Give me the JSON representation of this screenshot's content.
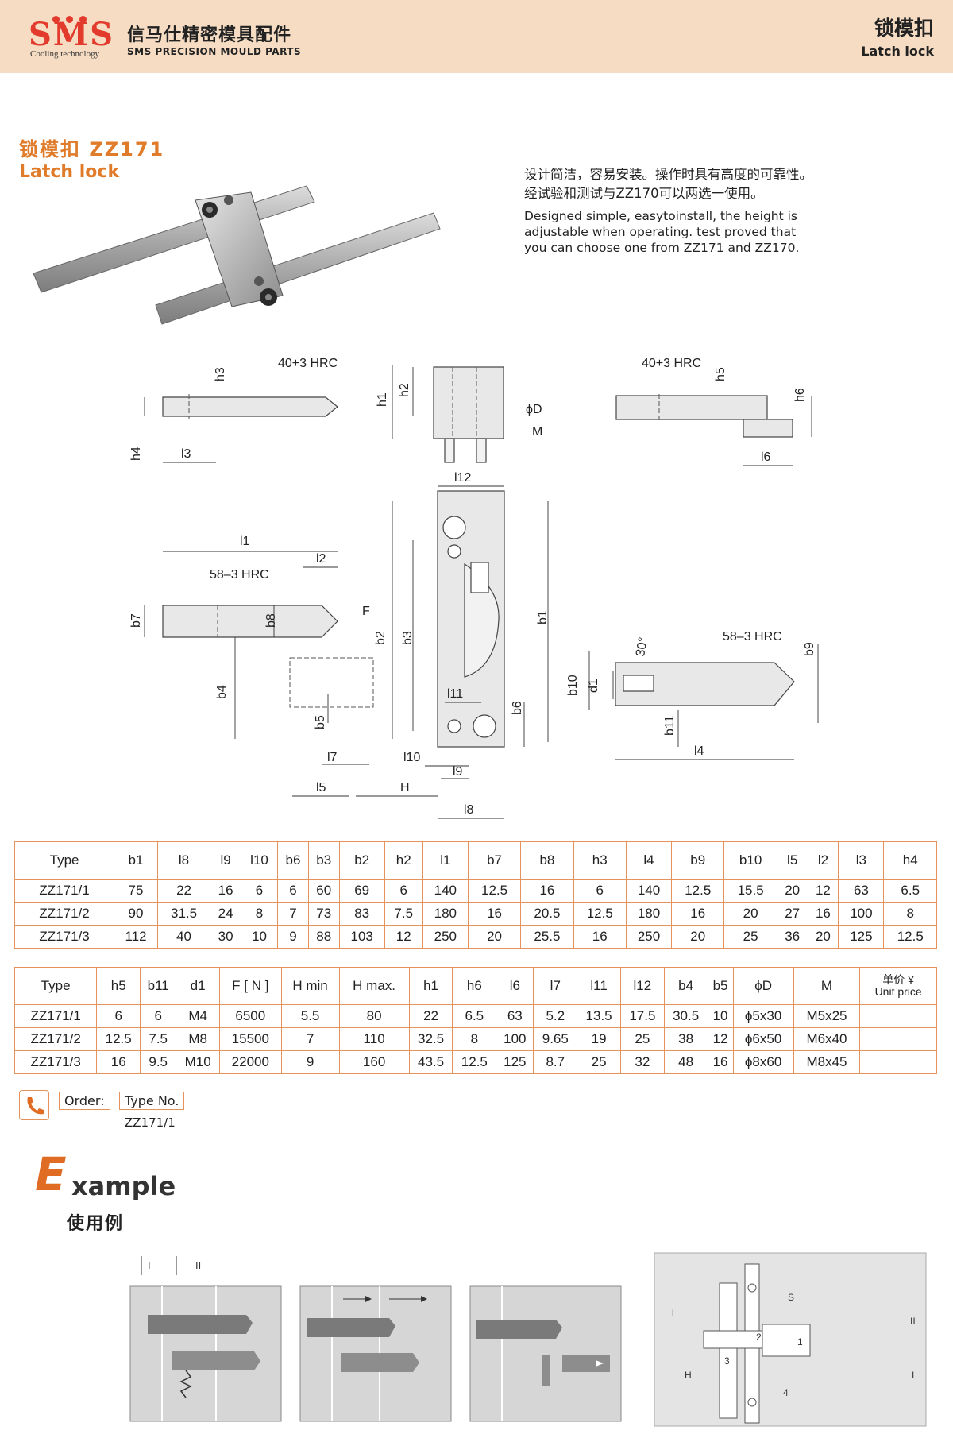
{
  "header": {
    "logo_text": "SMS",
    "logo_sub": "Cooling technology",
    "company_cn": "信马仕精密模具配件",
    "company_en": "SMS PRECISION MOULD PARTS",
    "right_cn": "锁模扣",
    "right_en": "Latch lock"
  },
  "product": {
    "title_cn": "锁模扣  ZZ171",
    "title_en": "Latch lock",
    "desc_cn_1": "设计简洁，容易安装。操作时具有高度的可靠性。",
    "desc_cn_2": "经试验和测试与ZZ170可以两选一使用。",
    "desc_en_1": "Designed simple, easytoinstall, the height is",
    "desc_en_2": "adjustable when operating. test proved that",
    "desc_en_3": "you can choose one from ZZ171 and ZZ170."
  },
  "drawing_labels": {
    "h3": "h3",
    "hrc1": "40+3 HRC",
    "h4": "h4",
    "l3": "l3",
    "h1": "h1",
    "h2": "h2",
    "phiD": "ϕD",
    "M": "M",
    "hrc2": "40+3 HRC",
    "h5": "h5",
    "h6": "h6",
    "l6": "l6",
    "l12": "l12",
    "l1": "l1",
    "l2": "l2",
    "hrc3": "58–3 HRC",
    "F": "F",
    "b7": "b7",
    "b8": "b8",
    "b4": "b4",
    "b2": "b2",
    "b3": "b3",
    "b1": "b1",
    "l11": "l11",
    "b6": "b6",
    "b5": "b5",
    "l10": "l10",
    "l7": "l7",
    "l9": "l9",
    "l5": "l5",
    "H": "H",
    "l8": "l8",
    "angle": "30°",
    "hrc4": "58–3 HRC",
    "b9": "b9",
    "b10": "b10",
    "d1": "d1",
    "b11": "b11",
    "l4": "l4"
  },
  "table1": {
    "headers": [
      "Type",
      "b1",
      "l8",
      "l9",
      "l10",
      "b6",
      "b3",
      "b2",
      "h2",
      "l1",
      "b7",
      "b8",
      "h3",
      "l4",
      "b9",
      "b10",
      "l5",
      "l2",
      "l3",
      "h4"
    ],
    "rows": [
      [
        "ZZ171/1",
        "75",
        "22",
        "16",
        "6",
        "6",
        "60",
        "69",
        "6",
        "140",
        "12.5",
        "16",
        "6",
        "140",
        "12.5",
        "15.5",
        "20",
        "12",
        "63",
        "6.5"
      ],
      [
        "ZZ171/2",
        "90",
        "31.5",
        "24",
        "8",
        "7",
        "73",
        "83",
        "7.5",
        "180",
        "16",
        "20.5",
        "12.5",
        "180",
        "16",
        "20",
        "27",
        "16",
        "100",
        "8"
      ],
      [
        "ZZ171/3",
        "112",
        "40",
        "30",
        "10",
        "9",
        "88",
        "103",
        "12",
        "250",
        "20",
        "25.5",
        "16",
        "250",
        "20",
        "25",
        "36",
        "20",
        "125",
        "12.5"
      ]
    ]
  },
  "table2": {
    "headers": [
      "Type",
      "h5",
      "b11",
      "d1",
      "F [ N ]",
      "H min",
      "H max.",
      "h1",
      "h6",
      "l6",
      "l7",
      "l11",
      "l12",
      "b4",
      "b5",
      "ϕD",
      "M"
    ],
    "unit_cn": "单价 ¥",
    "unit_en": "Unit price",
    "rows": [
      [
        "ZZ171/1",
        "6",
        "6",
        "M4",
        "6500",
        "5.5",
        "80",
        "22",
        "6.5",
        "63",
        "5.2",
        "13.5",
        "17.5",
        "30.5",
        "10",
        "ϕ5x30",
        "M5x25",
        ""
      ],
      [
        "ZZ171/2",
        "12.5",
        "7.5",
        "M8",
        "15500",
        "7",
        "110",
        "32.5",
        "8",
        "100",
        "9.65",
        "19",
        "25",
        "38",
        "12",
        "ϕ6x50",
        "M6x40",
        ""
      ],
      [
        "ZZ171/3",
        "16",
        "9.5",
        "M10",
        "22000",
        "9",
        "160",
        "43.5",
        "12.5",
        "125",
        "8.7",
        "25",
        "32",
        "48",
        "16",
        "ϕ8x60",
        "M8x45",
        ""
      ]
    ]
  },
  "order": {
    "label": "Order:",
    "type_label": "Type No.",
    "value": "ZZ171/1"
  },
  "example": {
    "big_letter": "E",
    "rest": "xample",
    "cn": "使用例",
    "marks": {
      "I": "I",
      "II": "II",
      "n1": "1",
      "n2": "2",
      "n3": "3",
      "n4": "4",
      "l": "l",
      "S": "S",
      "H": "H"
    }
  },
  "colors": {
    "accent": "#e07b2a",
    "header_bg": "#f5dcc3",
    "table_border": "#e5935a",
    "logo_red": "#e23a2c"
  }
}
